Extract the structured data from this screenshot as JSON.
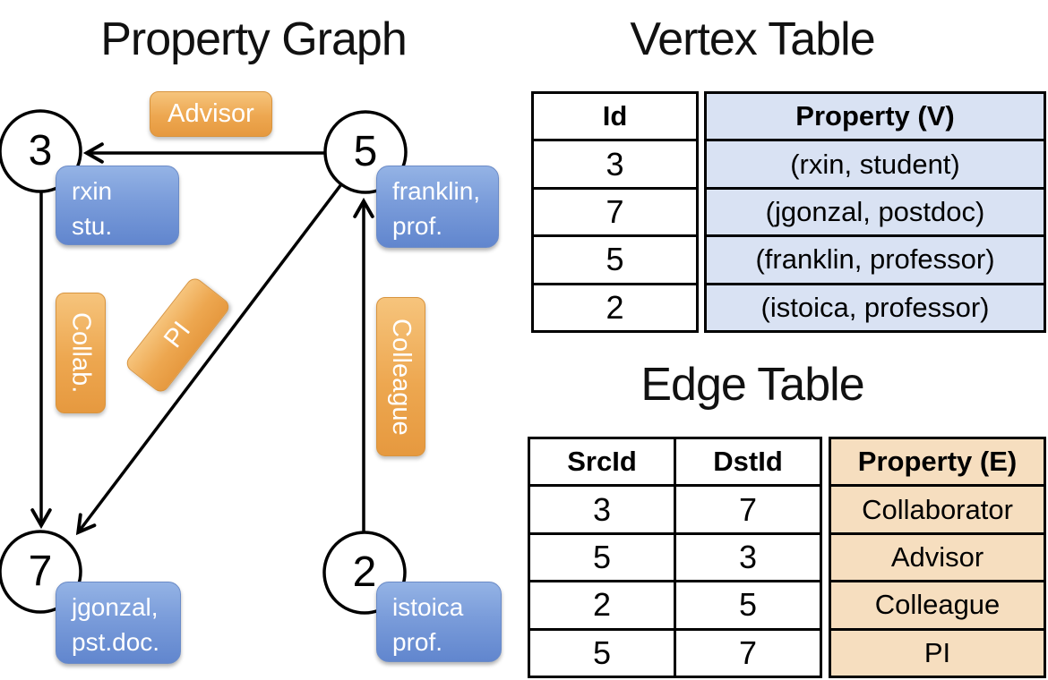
{
  "graph": {
    "title": "Property Graph",
    "nodes": [
      {
        "label": "3"
      },
      {
        "label": "5"
      },
      {
        "label": "7"
      },
      {
        "label": "2"
      }
    ],
    "vertex_properties": [
      {
        "node": "3",
        "line1": "rxin",
        "line2": "stu."
      },
      {
        "node": "5",
        "line1": "franklin,",
        "line2": "prof."
      },
      {
        "node": "7",
        "line1": "jgonzal,",
        "line2": "pst.doc."
      },
      {
        "node": "2",
        "line1": "istoica",
        "line2": "prof."
      }
    ],
    "edge_labels": [
      {
        "edge": "5-3",
        "label": "Advisor"
      },
      {
        "edge": "3-7",
        "label": "Collab."
      },
      {
        "edge": "5-7",
        "label": "PI"
      },
      {
        "edge": "2-5",
        "label": "Colleague"
      }
    ]
  },
  "vertex_table": {
    "title": "Vertex Table",
    "columns": [
      "Id",
      "Property (V)"
    ],
    "rows": [
      [
        "3",
        "(rxin, student)"
      ],
      [
        "7",
        "(jgonzal, postdoc)"
      ],
      [
        "5",
        "(franklin, professor)"
      ],
      [
        "2",
        "(istoica, professor)"
      ]
    ]
  },
  "edge_table": {
    "title": "Edge Table",
    "columns": [
      "SrcId",
      "DstId",
      "Property (E)"
    ],
    "rows": [
      [
        "3",
        "7",
        "Collaborator"
      ],
      [
        "5",
        "3",
        "Advisor"
      ],
      [
        "2",
        "5",
        "Colleague"
      ],
      [
        "5",
        "7",
        "PI"
      ]
    ]
  },
  "colors": {
    "edge_label_fill": "#eda750",
    "vertex_box_fill": "#7a9cda",
    "vertex_column_fill": "#d9e2f3",
    "edge_column_fill": "#f6debf",
    "line": "#000000"
  }
}
